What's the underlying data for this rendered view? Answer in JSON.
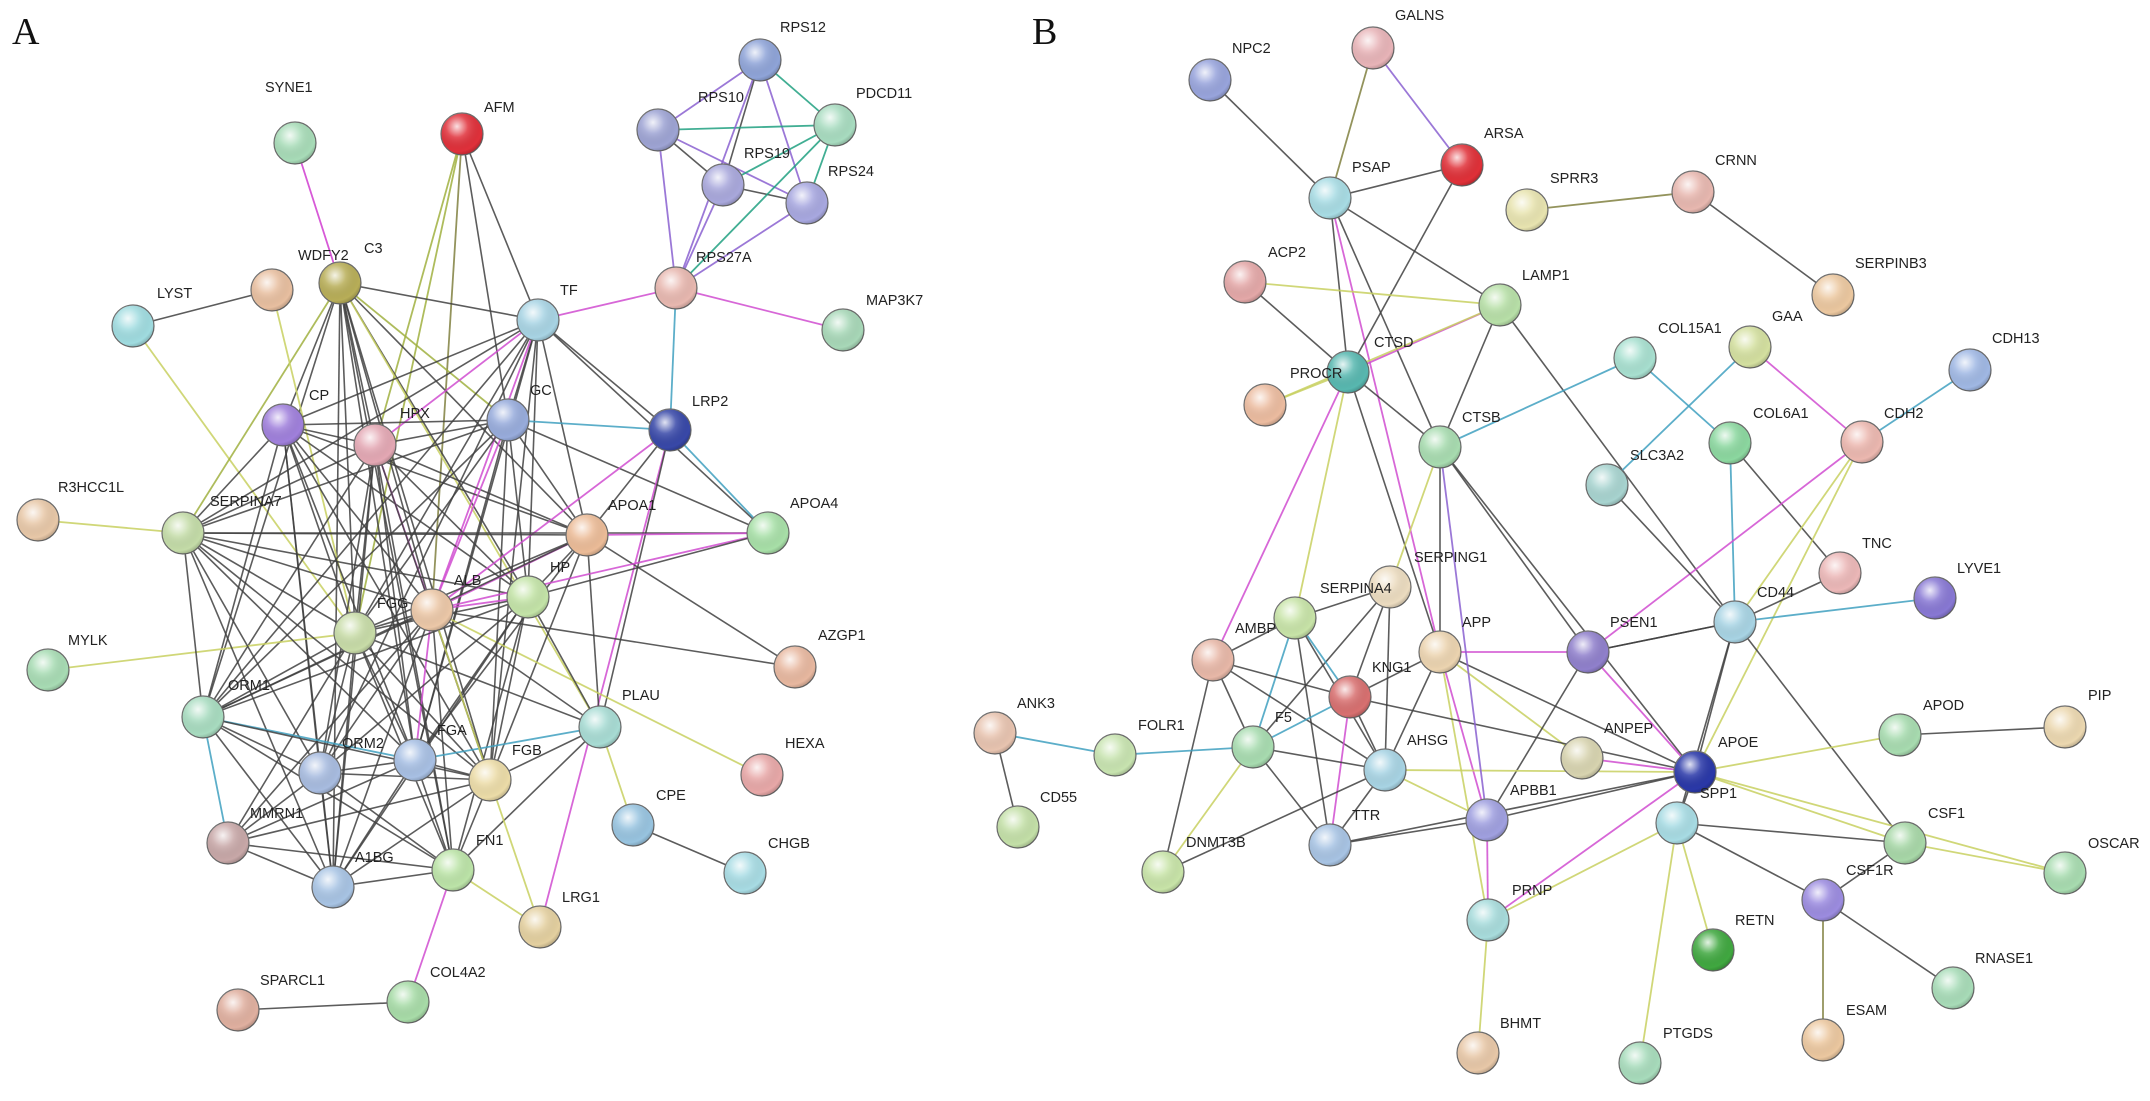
{
  "panels": [
    {
      "id": "A",
      "label": "A",
      "nodes": [
        {
          "id": "SYNE1",
          "color": "#a8dcb8"
        },
        {
          "id": "AFM",
          "color": "#e0303a"
        },
        {
          "id": "RPS12",
          "color": "#8fa4d8"
        },
        {
          "id": "RPS10",
          "color": "#9ea4d4"
        },
        {
          "id": "PDCD11",
          "color": "#a8dcc0"
        },
        {
          "id": "RPS19",
          "color": "#a9a8dc"
        },
        {
          "id": "RPS24",
          "color": "#a8a8e0"
        },
        {
          "id": "WDFY2",
          "color": "#e8bfa0"
        },
        {
          "id": "C3",
          "color": "#b8ae58"
        },
        {
          "id": "LYST",
          "color": "#a0dce0"
        },
        {
          "id": "TF",
          "color": "#a8d4e4"
        },
        {
          "id": "RPS27A",
          "color": "#e8b8b0"
        },
        {
          "id": "MAP3K7",
          "color": "#a8d8b8"
        },
        {
          "id": "CP",
          "color": "#a080dc"
        },
        {
          "id": "HPX",
          "color": "#e4a8b4"
        },
        {
          "id": "GC",
          "color": "#98acdc"
        },
        {
          "id": "LRP2",
          "color": "#3848a8"
        },
        {
          "id": "R3HCC1L",
          "color": "#e8c8a8"
        },
        {
          "id": "SERPINA7",
          "color": "#c4dca8"
        },
        {
          "id": "APOA1",
          "color": "#ecbc98"
        },
        {
          "id": "APOA4",
          "color": "#a8e0a8"
        },
        {
          "id": "ALB",
          "color": "#ecc8a8"
        },
        {
          "id": "HP",
          "color": "#c4e4a8"
        },
        {
          "id": "FGG",
          "color": "#c8dca8"
        },
        {
          "id": "MYLK",
          "color": "#a8dcb4"
        },
        {
          "id": "AZGP1",
          "color": "#e8b8a0"
        },
        {
          "id": "ORM1",
          "color": "#a8dcc0"
        },
        {
          "id": "PLAU",
          "color": "#a8dcd4"
        },
        {
          "id": "ORM2",
          "color": "#a8bce0"
        },
        {
          "id": "FGA",
          "color": "#a8c0e4"
        },
        {
          "id": "FGB",
          "color": "#ecdca8"
        },
        {
          "id": "HEXA",
          "color": "#e8a8a8"
        },
        {
          "id": "MMRN1",
          "color": "#c8a8a8"
        },
        {
          "id": "CPE",
          "color": "#98c4e0"
        },
        {
          "id": "CHGB",
          "color": "#a8dce4"
        },
        {
          "id": "A1BG",
          "color": "#a8c4e4"
        },
        {
          "id": "FN1",
          "color": "#bce4a8"
        },
        {
          "id": "LRG1",
          "color": "#e4d0a0"
        },
        {
          "id": "SPARCL1",
          "color": "#e0b0a0"
        },
        {
          "id": "COL4A2",
          "color": "#a8dca8"
        }
      ]
    },
    {
      "id": "B",
      "label": "B",
      "nodes": [
        {
          "id": "GALNS",
          "color": "#e8b4b8"
        },
        {
          "id": "NPC2",
          "color": "#98a4dc"
        },
        {
          "id": "ARSA",
          "color": "#e03038"
        },
        {
          "id": "PSAP",
          "color": "#a8dce4"
        },
        {
          "id": "SPRR3",
          "color": "#e8e4b0"
        },
        {
          "id": "CRNN",
          "color": "#e8b8b0"
        },
        {
          "id": "ACP2",
          "color": "#e4a8a8"
        },
        {
          "id": "LAMP1",
          "color": "#b8e0a8"
        },
        {
          "id": "SERPINB3",
          "color": "#ecc8a0"
        },
        {
          "id": "CTSD",
          "color": "#58b8b0"
        },
        {
          "id": "PROCR",
          "color": "#ecbca0"
        },
        {
          "id": "COL15A1",
          "color": "#a8e0d0"
        },
        {
          "id": "GAA",
          "color": "#d4e0a0"
        },
        {
          "id": "CDH13",
          "color": "#a0b8e4"
        },
        {
          "id": "CTSB",
          "color": "#a8dcb0"
        },
        {
          "id": "COL6A1",
          "color": "#8cd8a0"
        },
        {
          "id": "CDH2",
          "color": "#ecb8b0"
        },
        {
          "id": "SLC3A2",
          "color": "#a8d4d0"
        },
        {
          "id": "SERPING1",
          "color": "#ecdcc0"
        },
        {
          "id": "TNC",
          "color": "#ecb8b8"
        },
        {
          "id": "SERPINA4",
          "color": "#c8e4a8"
        },
        {
          "id": "LYVE1",
          "color": "#8878d4"
        },
        {
          "id": "CD44",
          "color": "#a8d4e4"
        },
        {
          "id": "AMBP",
          "color": "#e8b8a8"
        },
        {
          "id": "APP",
          "color": "#ecd4b0"
        },
        {
          "id": "PSEN1",
          "color": "#9080cc"
        },
        {
          "id": "KNG1",
          "color": "#d87070"
        },
        {
          "id": "ANK3",
          "color": "#e8c4b0"
        },
        {
          "id": "FOLR1",
          "color": "#c8e4b0"
        },
        {
          "id": "F5",
          "color": "#a8dcb0"
        },
        {
          "id": "AHSG",
          "color": "#a8d4e4"
        },
        {
          "id": "ANPEP",
          "color": "#d8d4b0"
        },
        {
          "id": "APOE",
          "color": "#2a38a8"
        },
        {
          "id": "APOD",
          "color": "#a8dcb0"
        },
        {
          "id": "PIP",
          "color": "#ecd8b0"
        },
        {
          "id": "CD55",
          "color": "#c4e0a8"
        },
        {
          "id": "APBB1",
          "color": "#a0a0e0"
        },
        {
          "id": "SPP1",
          "color": "#a8dce4"
        },
        {
          "id": "CSF1",
          "color": "#a8d8a8"
        },
        {
          "id": "OSCAR",
          "color": "#a8dcb0"
        },
        {
          "id": "DNMT3B",
          "color": "#c8e4a8"
        },
        {
          "id": "TTR",
          "color": "#a8c4e4"
        },
        {
          "id": "CSF1R",
          "color": "#9c8ce0"
        },
        {
          "id": "PRNP",
          "color": "#a8dcdc"
        },
        {
          "id": "RETN",
          "color": "#40a840"
        },
        {
          "id": "RNASE1",
          "color": "#a8dcb8"
        },
        {
          "id": "ESAM",
          "color": "#ecc8a0"
        },
        {
          "id": "BHMT",
          "color": "#e8c8a8"
        },
        {
          "id": "PTGDS",
          "color": "#a8dcbc"
        }
      ]
    }
  ]
}
